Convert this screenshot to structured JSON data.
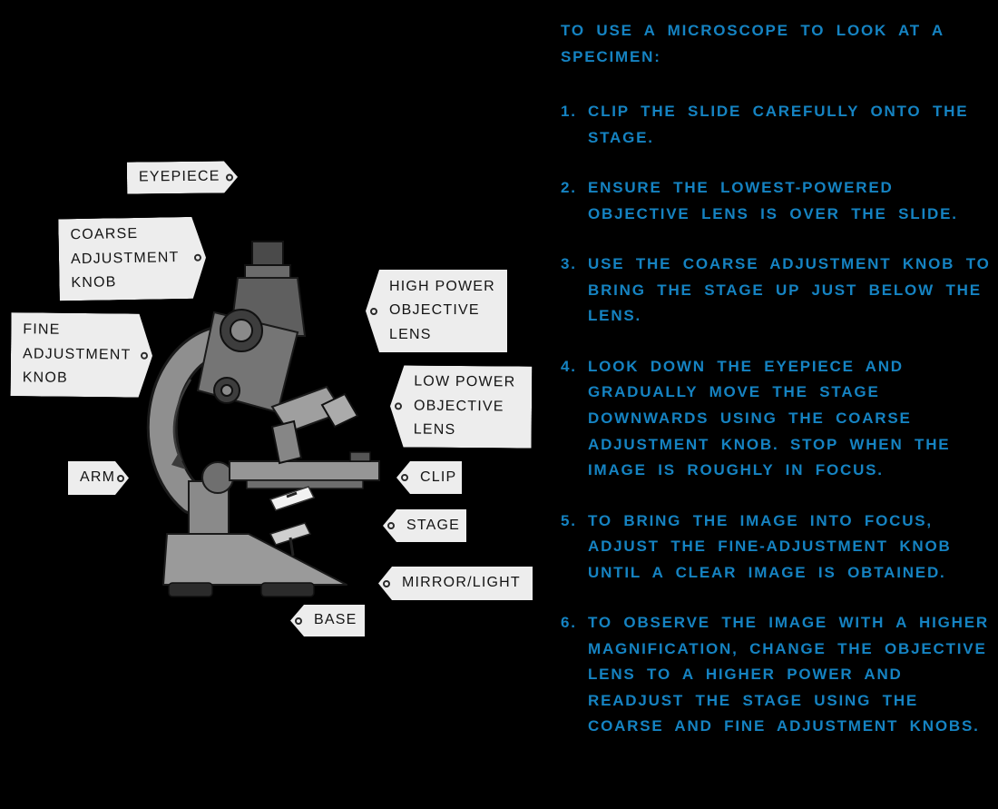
{
  "colors": {
    "background": "#000000",
    "instructions_text": "#1583c2",
    "tag_background": "#ededed",
    "tag_text": "#141414"
  },
  "microscope_labels": {
    "eyepiece": "EYEPIECE",
    "coarse_adjustment_knob": "COARSE ADJUSTMENT KNOB",
    "fine_adjustment_knob": "FINE ADJUSTMENT KNOB",
    "arm": "ARM",
    "high_power_objective_lens": "HIGH POWER OBJECTIVE LENS",
    "low_power_objective_lens": "LOW POWER OBJECTIVE LENS",
    "clip": "CLIP",
    "stage": "STAGE",
    "mirror_light": "MIRROR/LIGHT",
    "base": "BASE"
  },
  "instructions": {
    "title": "TO USE A MICROSCOPE TO LOOK AT A SPECIMEN:",
    "steps": [
      {
        "num": "1.",
        "text": "CLIP THE SLIDE CAREFULLY ONTO THE STAGE."
      },
      {
        "num": "2.",
        "text": "ENSURE THE LOWEST-POWERED OBJECTIVE LENS IS OVER THE SLIDE."
      },
      {
        "num": "3.",
        "text": "USE THE COARSE ADJUSTMENT KNOB TO BRING THE STAGE UP JUST BELOW THE LENS."
      },
      {
        "num": "4.",
        "text": "LOOK DOWN THE EYEPIECE AND GRADUALLY MOVE THE STAGE DOWNWARDS USING THE COARSE ADJUSTMENT KNOB. STOP WHEN THE IMAGE IS ROUGHLY IN FOCUS."
      },
      {
        "num": "5.",
        "text": "TO BRING THE IMAGE INTO FOCUS, ADJUST THE FINE-ADJUSTMENT KNOB UNTIL A CLEAR IMAGE IS OBTAINED."
      },
      {
        "num": "6.",
        "text": "TO OBSERVE THE IMAGE WITH A HIGHER MAGNIFICATION, CHANGE THE OBJECTIVE LENS TO A HIGHER POWER AND READJUST THE STAGE USING THE COARSE AND FINE ADJUSTMENT KNOBS."
      }
    ]
  }
}
